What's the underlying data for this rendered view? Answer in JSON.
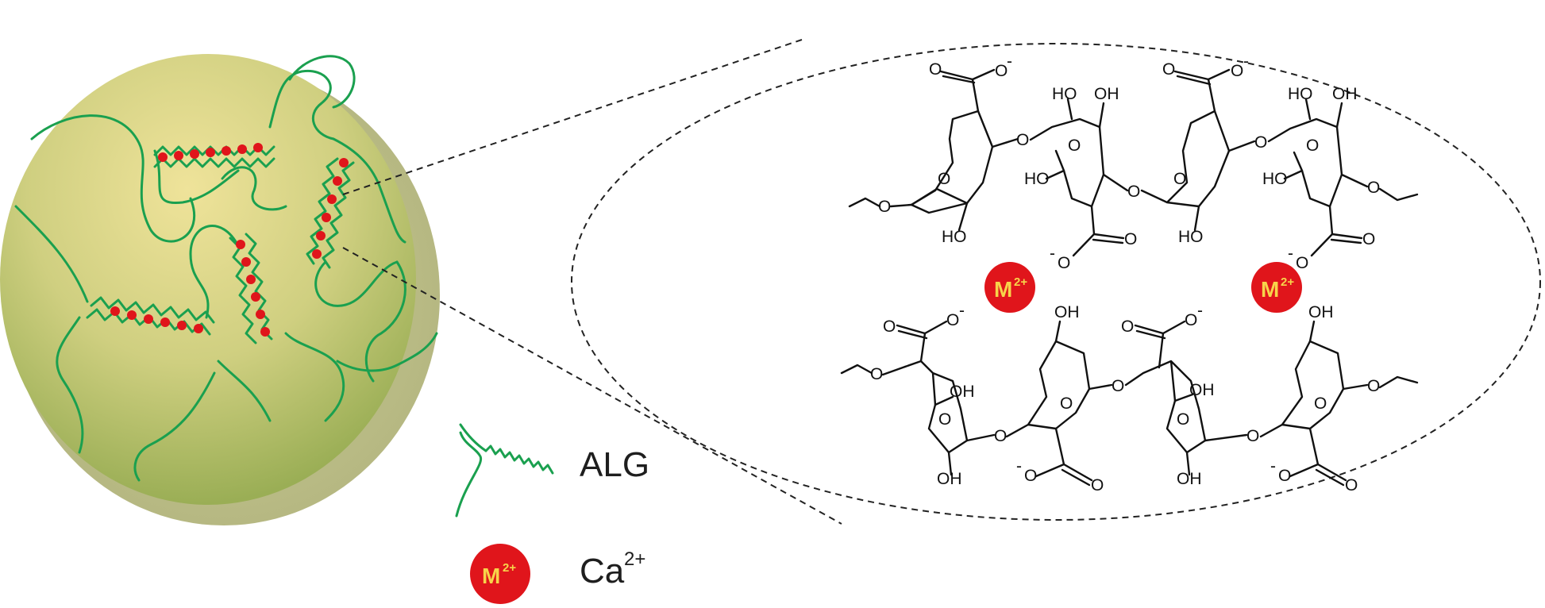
{
  "legend": {
    "polymer_label": "ALG",
    "ion_label": "Ca",
    "ion_charge": "2+"
  },
  "ion": {
    "symbol": "M",
    "charge": "2+"
  },
  "atoms": {
    "oxygen": "O",
    "hydroxyl": "HO",
    "hydroxyl_right": "OH",
    "carboxylate": "O",
    "anion_charge": "-"
  },
  "colors": {
    "bead_fill": "#d9a85a",
    "chain": "#1aa04f",
    "ion": "#e0151b",
    "ion_text": "#f7d44a"
  }
}
